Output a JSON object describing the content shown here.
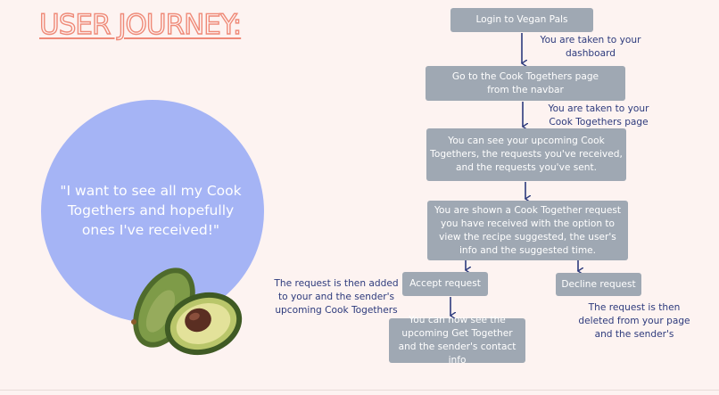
{
  "title": "USER JOURNEY:",
  "quote": "\"I want to see all my Cook Togethers and hopefully ones I've received!\"",
  "icons": {
    "avocado": "avocado-illustration"
  },
  "colors": {
    "background": "#fdf3f1",
    "title": "#ef8a78",
    "circle": "#a5b4f5",
    "box": "#9fa8b3",
    "arrow": "#2d3a7c"
  },
  "steps": {
    "login": "Login to Vegan Pals",
    "cook_togethers": "Go to the Cook Togethers page\nfrom the navbar",
    "overview": "You can see your upcoming Cook Togethers, the requests you've received, and the requests you've sent.",
    "request": "You are shown a Cook Together request you have received with the option to view the recipe suggested, the user's info and the suggested time.",
    "accept": "Accept request",
    "decline": "Decline request",
    "accepted": "You can now see the upcoming Get Together and the sender's contact info"
  },
  "notes": {
    "dashboard": "You are taken to your\ndashboard",
    "cook_page": "You are taken to your\nCook Togethers page",
    "accept": "The request is then added\nto your and the sender's\nupcoming Cook Togethers",
    "decline": "The request is then\ndeleted from your page\nand the sender's"
  }
}
